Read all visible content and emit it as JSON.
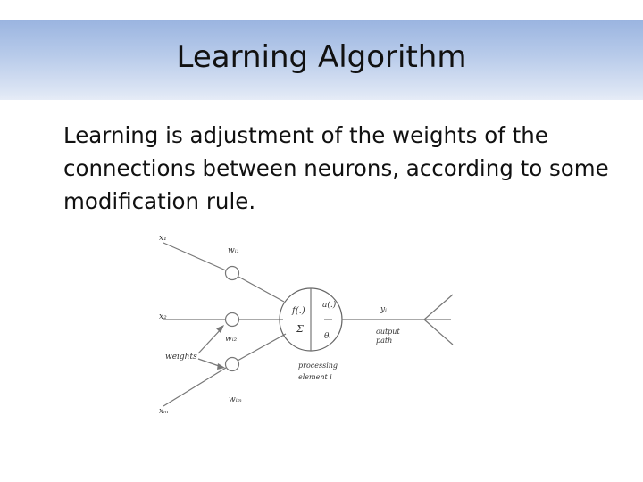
{
  "slide": {
    "title": "Learning Algorithm",
    "lead_word": "Learning",
    "text_rest": " is adjustment of the weights of the connections between neurons, according to some modification rule."
  },
  "diagram": {
    "inputs": [
      "x₁",
      "x₂",
      "xₘ"
    ],
    "weights": [
      "wᵢ₁",
      "wᵢ₂",
      "wᵢₘ"
    ],
    "weights_label": "weights",
    "neuron_f": "f(.)",
    "neuron_sigma": "Σ",
    "neuron_a": "a(.)",
    "neuron_theta": "θᵢ",
    "output_y": "yᵢ",
    "output_label_1": "output",
    "output_label_2": "path",
    "processing_1": "processing",
    "processing_2": "element i"
  }
}
